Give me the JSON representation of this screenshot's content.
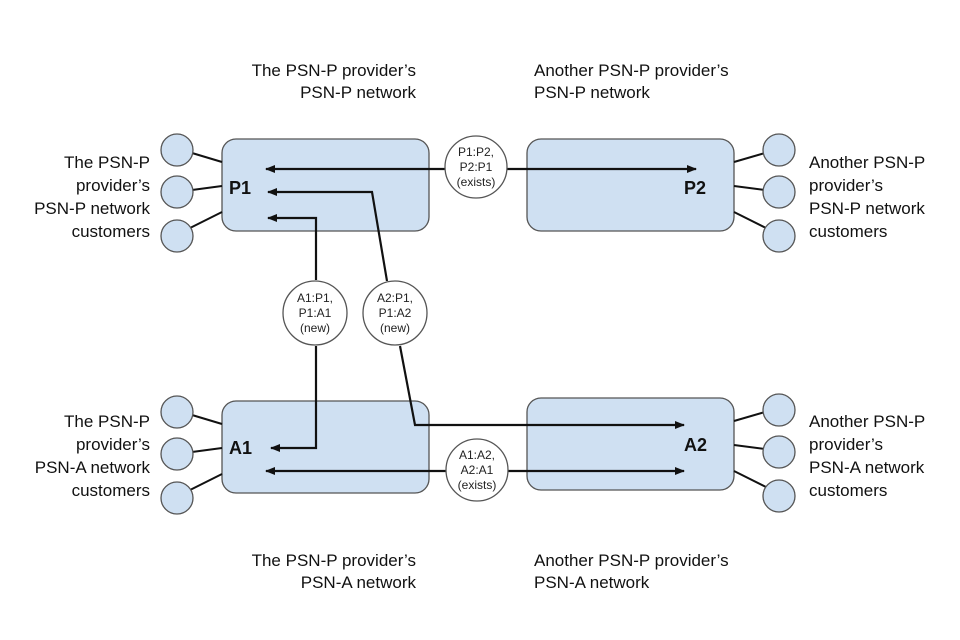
{
  "colors": {
    "box_fill": "#cfe0f2",
    "stroke": "#555555",
    "arrow": "#111111",
    "bubble_fill": "#ffffff"
  },
  "networks": {
    "p1": {
      "node_label": "P1",
      "title": [
        "The PSN-P provider’s",
        "PSN-P network"
      ],
      "customers": [
        "The PSN-P",
        "provider’s",
        "PSN-P network",
        "customers"
      ]
    },
    "p2": {
      "node_label": "P2",
      "title": [
        "Another PSN-P provider’s",
        "PSN-P network"
      ],
      "customers": [
        "Another PSN-P",
        "provider’s",
        "PSN-P network",
        "customers"
      ]
    },
    "a1": {
      "node_label": "A1",
      "title": [
        "The PSN-P provider’s",
        "PSN-A network"
      ],
      "customers": [
        "The PSN-P",
        "provider’s",
        "PSN-A network",
        "customers"
      ]
    },
    "a2": {
      "node_label": "A2",
      "title": [
        "Another PSN-P provider’s",
        "PSN-A network"
      ],
      "customers": [
        "Another PSN-P",
        "provider’s",
        "PSN-A network",
        "customers"
      ]
    }
  },
  "links": {
    "p1_p2": [
      "P1:P2,",
      "P2:P1",
      "(exists)"
    ],
    "a1_p1": [
      "A1:P1,",
      "P1:A1",
      "(new)"
    ],
    "a2_p1": [
      "A2:P1,",
      "P1:A2",
      "(new)"
    ],
    "a1_a2": [
      "A1:A2,",
      "A2:A1",
      "(exists)"
    ]
  }
}
